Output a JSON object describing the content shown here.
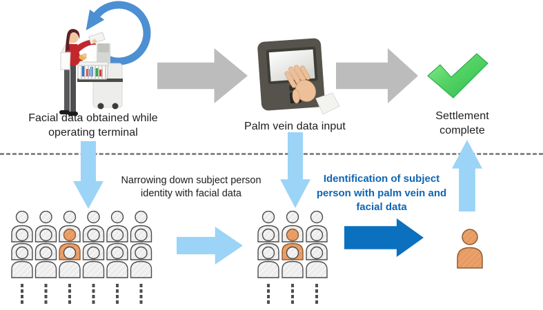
{
  "labels": {
    "step1": "Facial data obtained while operating terminal",
    "step2": "Palm vein data input",
    "step3": "Settlement complete"
  },
  "annotations": {
    "narrowing": "Narrowing down subject person identity with facial data",
    "identification": "Identification of subject person with palm vein and facial data"
  },
  "colors": {
    "light_blue_arrow": "#9bd4f6",
    "dark_blue_arrow": "#0b70bd",
    "gray_arrow": "#bcbcbc",
    "accent_text_blue": "#1065b3",
    "check_green": "#3fc75a",
    "refresh_arrow_blue": "#4c8fd2",
    "highlight_orange": "#e79a62",
    "crowd_gray": "#ececec"
  },
  "icons": {
    "refresh": "refresh-arrow-icon",
    "terminal_operator": "self-checkout-woman-illustration",
    "palm_device": "palm-vein-terminal-icon",
    "check": "checkmark-icon",
    "crowd_large": "crowd-6-columns",
    "crowd_small": "crowd-3-columns",
    "matched_person": "single-person-icon"
  }
}
